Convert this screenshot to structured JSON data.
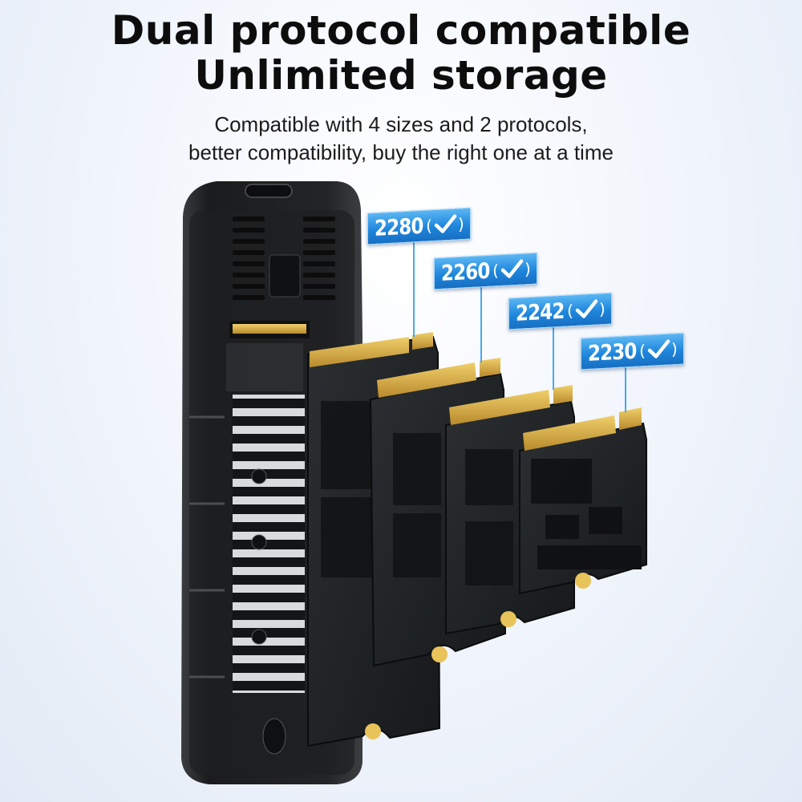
{
  "headline": {
    "line1": "Dual protocol compatible",
    "line2": "Unlimited storage"
  },
  "subtitle": {
    "line1": "Compatible with 4 sizes and 2 protocols,",
    "line2": "better compatibility, buy the right one at a time"
  },
  "size_tags": [
    {
      "size": "2280",
      "open": "(",
      "close": ")",
      "icon": "checkmark-icon"
    },
    {
      "size": "2260",
      "open": "(",
      "close": ")",
      "icon": "checkmark-icon"
    },
    {
      "size": "2242",
      "open": "(",
      "close": ")",
      "icon": "checkmark-icon"
    },
    {
      "size": "2230",
      "open": "(",
      "close": ")",
      "icon": "checkmark-icon"
    }
  ],
  "colors": {
    "tag_blue": "#1e86dc",
    "pcb": "#1f2224",
    "gold": "#d9b24a",
    "enclosure": "#2a2c2e"
  }
}
